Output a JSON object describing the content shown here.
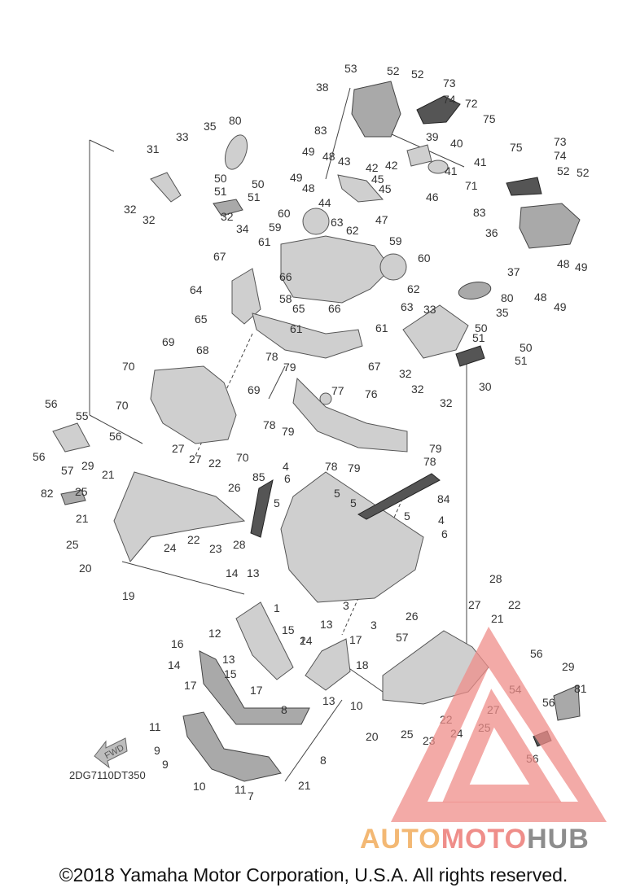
{
  "diagram": {
    "code": "2DG7110DT350",
    "fwd_label": "FWD",
    "copyright": "©2018 Yamaha Motor Corporation, U.S.A. All rights reserved.",
    "watermark": {
      "part1": "AUTO",
      "part2": "MOTO",
      "part3": "HUB"
    },
    "colors": {
      "part_fill": "#cfcfcf",
      "part_dark": "#a9a9a9",
      "watermark_red": "#ef8e8a",
      "watermark_orange": "#f3b874",
      "watermark_gray": "#8d8d8d"
    },
    "part_labels": [
      "53",
      "52",
      "52",
      "73",
      "38",
      "74",
      "72",
      "75",
      "83",
      "39",
      "40",
      "42",
      "42",
      "41",
      "41",
      "46",
      "49",
      "48",
      "43",
      "45",
      "45",
      "49",
      "48",
      "44",
      "47",
      "35",
      "80",
      "33",
      "31",
      "50",
      "50",
      "51",
      "51",
      "32",
      "32",
      "32",
      "34",
      "73",
      "75",
      "74",
      "52",
      "52",
      "71",
      "83",
      "36",
      "37",
      "48",
      "49",
      "48",
      "49",
      "60",
      "63",
      "62",
      "59",
      "59",
      "61",
      "61",
      "61",
      "60",
      "62",
      "63",
      "66",
      "66",
      "67",
      "67",
      "64",
      "65",
      "65",
      "58",
      "33",
      "35",
      "80",
      "50",
      "51",
      "50",
      "51",
      "32",
      "32",
      "32",
      "30",
      "69",
      "68",
      "70",
      "69",
      "70",
      "70",
      "78",
      "79",
      "76",
      "77",
      "78",
      "79",
      "78",
      "79",
      "79",
      "78",
      "56",
      "55",
      "56",
      "57",
      "29",
      "56",
      "21",
      "27",
      "27",
      "22",
      "25",
      "26",
      "82",
      "21",
      "22",
      "24",
      "23",
      "28",
      "25",
      "20",
      "19",
      "4",
      "6",
      "85",
      "5",
      "5",
      "5",
      "84",
      "5",
      "4",
      "6",
      "14",
      "13",
      "12",
      "1",
      "3",
      "3",
      "26",
      "15",
      "13",
      "14",
      "17",
      "16",
      "14",
      "2",
      "13",
      "15",
      "10",
      "17",
      "17",
      "13",
      "8",
      "11",
      "9",
      "9",
      "11",
      "7",
      "10",
      "8",
      "21",
      "18",
      "20",
      "25",
      "23",
      "22",
      "24",
      "25",
      "27",
      "28",
      "27",
      "22",
      "21",
      "57",
      "56",
      "54",
      "29",
      "56",
      "81",
      "56"
    ]
  }
}
